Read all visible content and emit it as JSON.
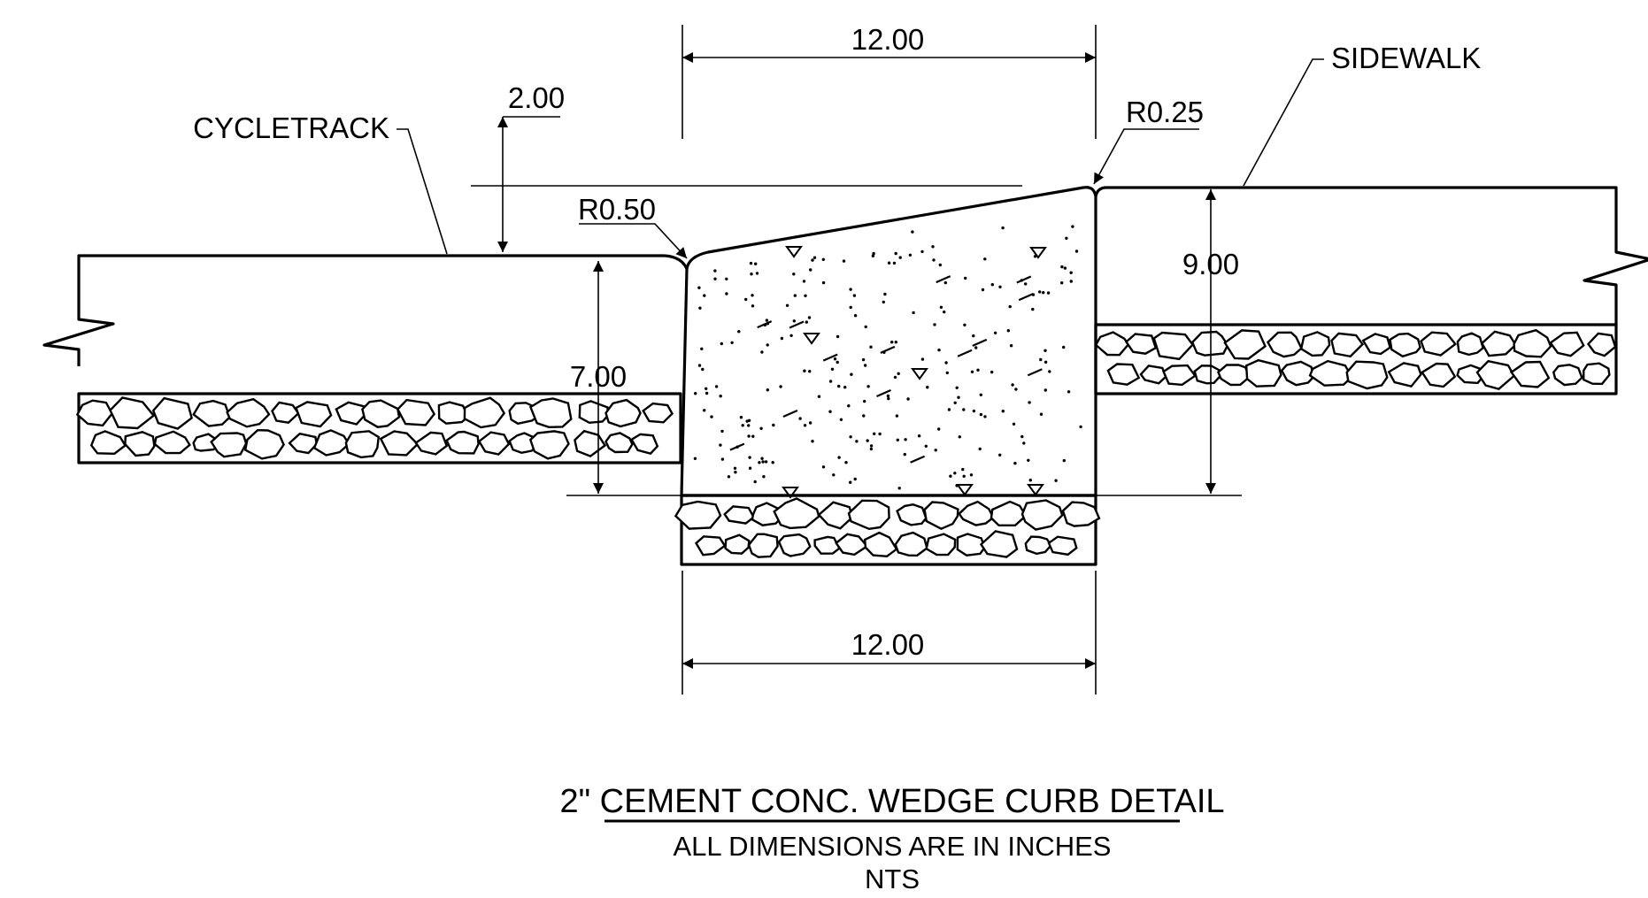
{
  "labels": {
    "cycletrack": "CYCLETRACK",
    "sidewalk": "SIDEWALK",
    "radius_left": "R0.50",
    "radius_right": "R0.25"
  },
  "dimensions": {
    "top_width": "12.00",
    "bottom_width": "12.00",
    "wedge_rise": "2.00",
    "left_depth": "7.00",
    "right_depth": "9.00"
  },
  "title": {
    "main": "2\" CEMENT CONC. WEDGE CURB DETAIL",
    "note": "ALL DIMENSIONS ARE IN INCHES",
    "scale": "NTS"
  },
  "colors": {
    "line": "#000000",
    "background": "#ffffff"
  }
}
